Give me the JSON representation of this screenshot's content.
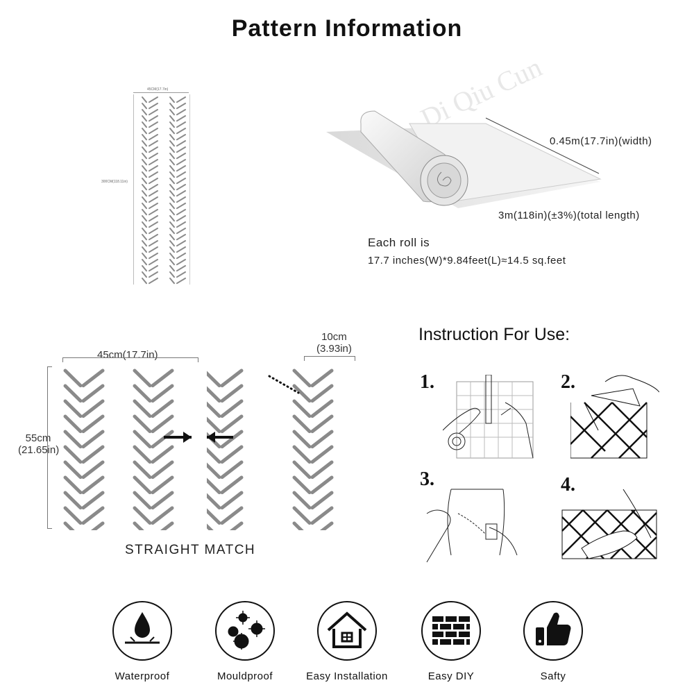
{
  "title": "Pattern Information",
  "watermark": "Di Qiu Cun",
  "thumbnail": {
    "width_label": "45CM(17.7in)",
    "height_label": "300CM(118.11in)"
  },
  "roll": {
    "width_spec": "0.45m(17.7in)(width)",
    "length_spec": "3m(118in)(±3%)(total length)",
    "each_roll_line1": "Each roll is",
    "each_roll_line2": "17.7 inches(W)*9.84feet(L)≈14.5 sq.feet"
  },
  "match": {
    "width_label": "45cm(17.7in)",
    "height_label_line1": "55cm",
    "height_label_line2": "(21.65in)",
    "repeat_label_line1": "10cm",
    "repeat_label_line2": "(3.93in)",
    "caption": "STRAIGHT MATCH"
  },
  "instructions": {
    "heading": "Instruction For Use:",
    "steps": [
      {
        "num": "1."
      },
      {
        "num": "2."
      },
      {
        "num": "3."
      },
      {
        "num": "4."
      }
    ]
  },
  "features": [
    {
      "label": "Waterproof",
      "icon": "waterproof-icon"
    },
    {
      "label": "Mouldproof",
      "icon": "mould-icon"
    },
    {
      "label": "Easy Installation",
      "icon": "house-icon"
    },
    {
      "label": "Easy DIY",
      "icon": "brick-wall-icon"
    },
    {
      "label": "Safty",
      "icon": "thumbs-up-icon"
    }
  ],
  "colors": {
    "ink": "#111111",
    "stroke_gray": "#8a8a8a"
  }
}
